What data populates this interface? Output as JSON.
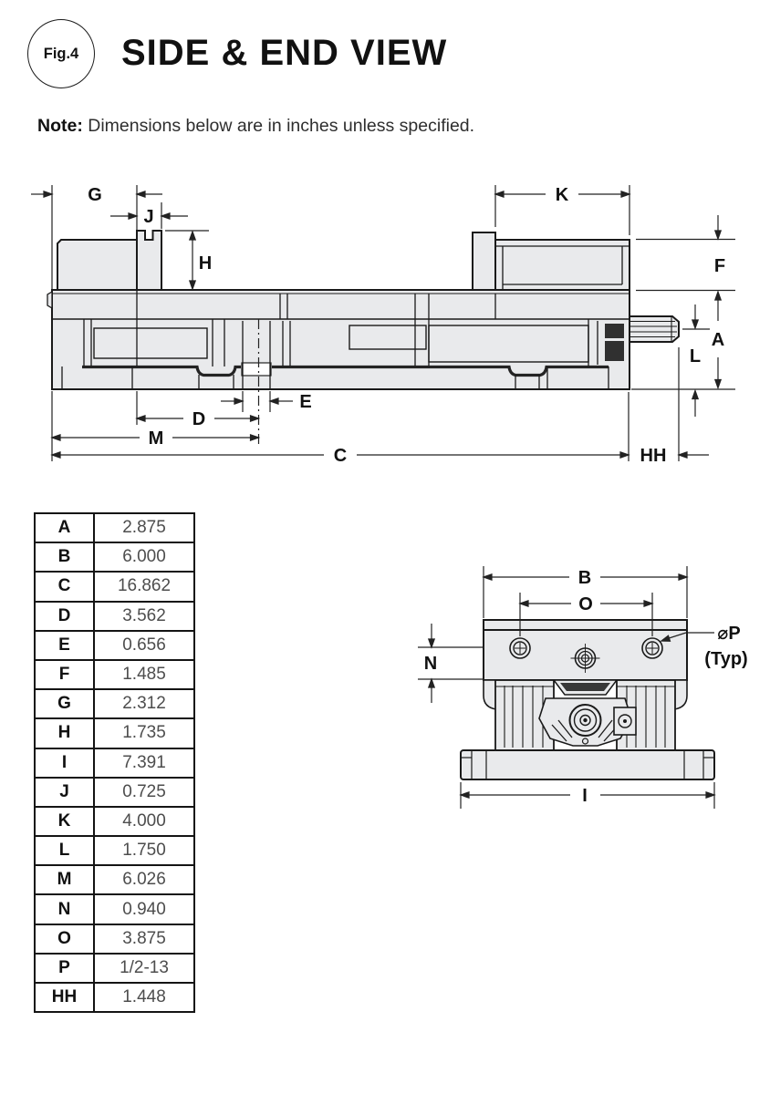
{
  "header": {
    "badge": "Fig.4",
    "title": "SIDE & END VIEW"
  },
  "note": {
    "label": "Note:",
    "text": " Dimensions below are in inches unless specified."
  },
  "side_view": {
    "labels": {
      "g": "G",
      "j": "J",
      "h": "H",
      "k": "K",
      "f": "F",
      "a": "A",
      "l": "L",
      "e": "E",
      "d": "D",
      "m": "M",
      "c": "C",
      "hh": "HH"
    }
  },
  "end_view": {
    "labels": {
      "b": "B",
      "o": "O",
      "n": "N",
      "i": "I",
      "p_dia": "⌀P",
      "p_typ": "(Typ)"
    }
  },
  "dimensions_table": {
    "rows": [
      {
        "key": "A",
        "value": "2.875"
      },
      {
        "key": "B",
        "value": "6.000"
      },
      {
        "key": "C",
        "value": "16.862"
      },
      {
        "key": "D",
        "value": "3.562"
      },
      {
        "key": "E",
        "value": "0.656"
      },
      {
        "key": "F",
        "value": "1.485"
      },
      {
        "key": "G",
        "value": "2.312"
      },
      {
        "key": "H",
        "value": "1.735"
      },
      {
        "key": "I",
        "value": "7.391"
      },
      {
        "key": "J",
        "value": "0.725"
      },
      {
        "key": "K",
        "value": "4.000"
      },
      {
        "key": "L",
        "value": "1.750"
      },
      {
        "key": "M",
        "value": "6.026"
      },
      {
        "key": "N",
        "value": "0.940"
      },
      {
        "key": "O",
        "value": "3.875"
      },
      {
        "key": "P",
        "value": "1/2-13"
      },
      {
        "key": "HH",
        "value": "1.448"
      }
    ]
  }
}
